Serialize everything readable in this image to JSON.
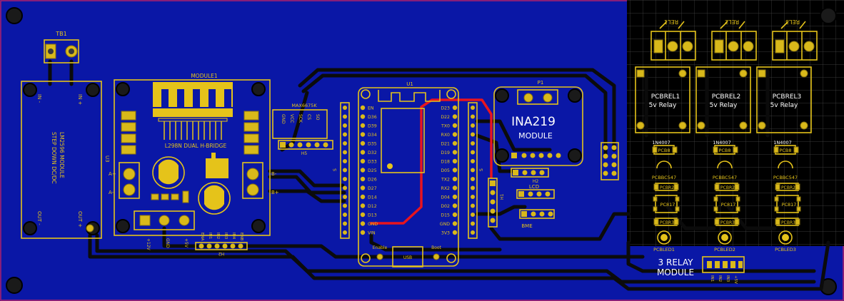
{
  "colors": {
    "board": "#0a17a6",
    "copper_pour": "#000000",
    "silk": "#e5c31a",
    "trace_red": "#e8141e",
    "grid": "#555555"
  },
  "labels": {
    "tb1": "TB1",
    "u3_title": "LM2596 MODULE",
    "u3_sub": "STEP DOWN DC/DC",
    "u3_ref": "U3",
    "in_minus": "IN -",
    "in_plus": "IN +",
    "out_minus": "OUT -",
    "out_plus": "OUT +",
    "module1": "MODULE1",
    "l298n": "L298N DUAL H-BRIDGE",
    "a_plus": "A+",
    "a_minus": "A-",
    "b_minus": "B-",
    "b_plus": "B+",
    "p12v": "+12V",
    "gnd": "GND",
    "p5v": "+5V",
    "ena": "ENA",
    "in1": "IN1",
    "in2": "IN2",
    "in3": "IN3",
    "in4": "IN4",
    "enb": "ENB",
    "h2": "H2",
    "max_title": "MAX6675K",
    "max_pins": [
      "GND",
      "VCC",
      "SCK",
      "CS",
      "SO"
    ],
    "max_ref": "H5",
    "u1": "U1",
    "esp_left": [
      "EN",
      "D36",
      "D39",
      "D34",
      "D35",
      "D32",
      "D33",
      "D25",
      "D26",
      "D27",
      "D14",
      "D12",
      "D13",
      "GND",
      "VIN"
    ],
    "esp_right": [
      "D23",
      "D22",
      "TX0",
      "RX0",
      "D21",
      "D19",
      "D18",
      "D05",
      "TX2",
      "RX2",
      "D04",
      "D02",
      "D15",
      "GND",
      "3V3"
    ],
    "enable": "Enable",
    "usb": "USB",
    "boot": "Boot",
    "p1": "P1",
    "ina_title": "INA219",
    "ina_sub": "MODULE",
    "h1": "H1",
    "lcd": "LCD",
    "bme": "BME",
    "relays": [
      {
        "ref": "REL1",
        "pcbrel": "PCBREL1",
        "type": "5v Relay",
        "diode": "1N4007",
        "d": "PCB8",
        "q": "PCBBC547",
        "r": "PCBR2",
        "opto": "PC817",
        "r2": "PCBR3",
        "led": "PCBLED1"
      },
      {
        "ref": "REL2",
        "pcbrel": "PCBREL2",
        "type": "5v Relay",
        "diode": "1N4007",
        "d": "PCB8",
        "q": "PCBBC547",
        "r": "PCBR2",
        "opto": "PC817",
        "r2": "PCBR3",
        "led": "PCBLED2"
      },
      {
        "ref": "REL3",
        "pcbrel": "PCBREL3",
        "type": "5v Relay",
        "diode": "1N4007",
        "d": "PCB8",
        "q": "PCBBC547",
        "r": "PCBR2",
        "opto": "PC817",
        "r2": "PCBR3",
        "led": "PCBLED3"
      }
    ],
    "relay_module_1": "3 RELAY",
    "relay_module_2": "MODULE",
    "relay_hdr": [
      "IN1",
      "IN2",
      "IN3",
      "+5V"
    ]
  }
}
